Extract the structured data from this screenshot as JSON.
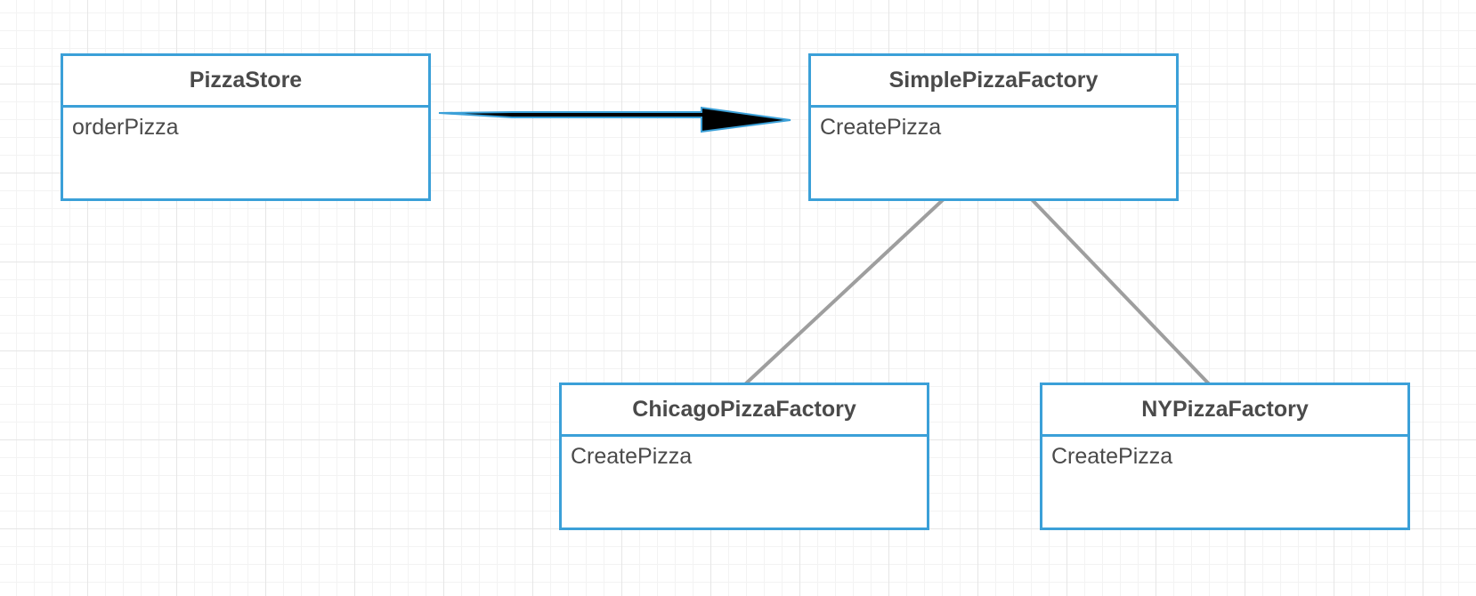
{
  "classes": [
    {
      "id": "pizzastore",
      "name": "PizzaStore",
      "method": "orderPizza"
    },
    {
      "id": "simple",
      "name": "SimplePizzaFactory",
      "method": "CreatePizza"
    },
    {
      "id": "chicago",
      "name": "ChicagoPizzaFactory",
      "method": "CreatePizza"
    },
    {
      "id": "ny",
      "name": "NYPizzaFactory",
      "method": "CreatePizza"
    }
  ],
  "colors": {
    "border": "#3ba0d8",
    "text": "#4a4a4a",
    "connector": "#9e9e9e",
    "arrow_fill": "#000000",
    "arrow_outline": "#3ba0d8"
  }
}
